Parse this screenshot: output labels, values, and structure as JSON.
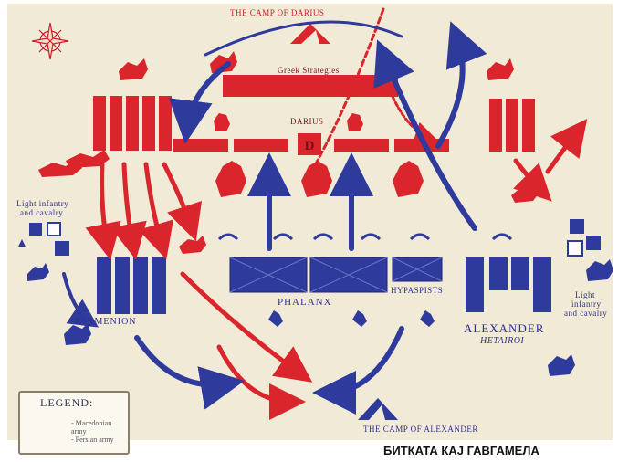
{
  "map": {
    "labels": {
      "camp_darius": "THE CAMP OF DARIUS",
      "greek_strategies": "Greek Strategies",
      "darius": "DARIUS",
      "darius_marker": "D",
      "light_infantry": "Light infantry",
      "and_cavalry_left": "and cavalry",
      "phalanx": "PHALANX",
      "hypaspists": "HYPASPISTS",
      "parmenion": "PARMENION",
      "alexander": "ALEXANDER",
      "hetairoi": "HETAIROI",
      "light_right": "Light",
      "infantry_right": "infantry",
      "and_cavalry_right": "and cavalry",
      "camp_alexander": "THE CAMP OF ALEXANDER"
    },
    "legend": {
      "title": "LEGEND:",
      "macedonian": "- Macedonian army",
      "persian": "- Persian army"
    },
    "caption": "БИТКАТА КАЈ ГАВГАМЕЛА",
    "colors": {
      "background": "#f1ead6",
      "persian": "#d9252b",
      "macedonian": "#2e3a9c"
    }
  }
}
